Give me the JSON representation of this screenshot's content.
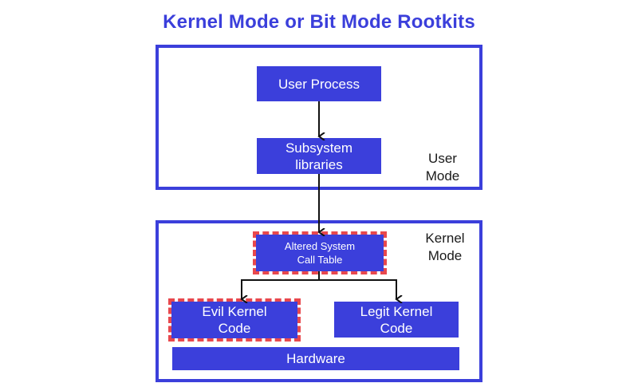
{
  "title": "Kernel Mode or Bit Mode Rootkits",
  "user_panel": {
    "label": "User\nMode",
    "user_process": "User Process",
    "subsystem_libraries": "Subsystem\nlibraries"
  },
  "kernel_panel": {
    "label": "Kernel\nMode",
    "altered_table": "Altered System\nCall Table",
    "evil_code": "Evil Kernel\nCode",
    "legit_code": "Legit Kernel\nCode",
    "hardware": "Hardware"
  },
  "colors": {
    "primary": "#3b3fdb",
    "dashed_highlight": "#e8484d",
    "text_on_box": "#ffffff"
  }
}
